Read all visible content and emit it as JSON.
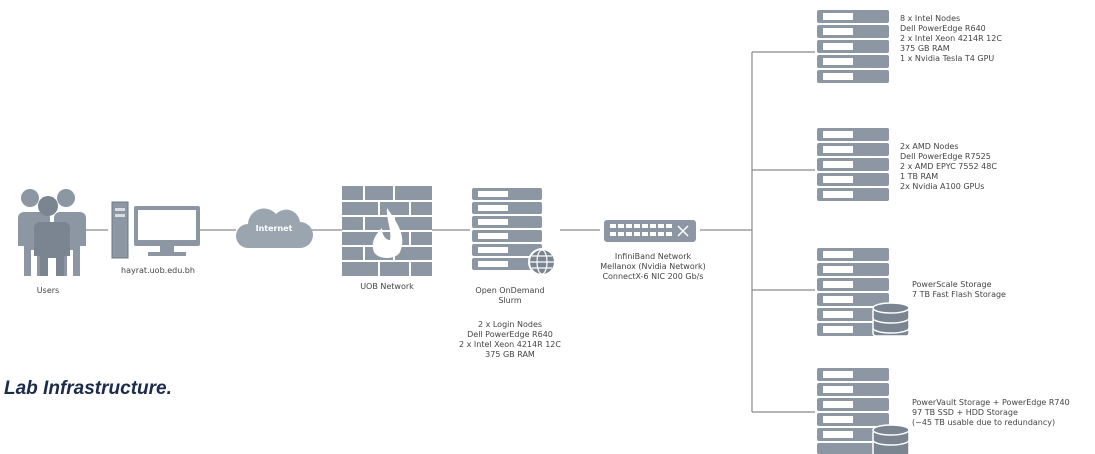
{
  "caption": "Lab Infrastructure.",
  "labels": {
    "users": "Users",
    "portal": "hayrat.uob.edu.bh",
    "internet": "Internet",
    "uob_network": "UOB Network",
    "login": [
      "Open OnDemand",
      "Slurm"
    ],
    "infiniband": [
      "InfiniBand Network",
      "Mellanox (Nvidia Network)",
      "ConnectX-6 NIC 200 Gb/s"
    ]
  },
  "login_specs": [
    "2 x Login Nodes",
    "Dell PowerEdge R640",
    "2 x Intel Xeon 4214R 12C",
    "375 GB RAM"
  ],
  "clusters": [
    {
      "lines": [
        "8 x Intel Nodes",
        "Dell PowerEdge R640",
        "2 x Intel Xeon 4214R 12C",
        "375 GB RAM",
        "1 x Nvidia Tesla T4 GPU"
      ]
    },
    {
      "lines": [
        "2x AMD Nodes",
        "Dell PowerEdge R7525",
        "2 x AMD EPYC 7552 48C",
        "1 TB RAM",
        "2x Nvidia A100 GPUs"
      ]
    },
    {
      "lines": [
        "PowerScale Storage",
        "7 TB Fast Flash Storage"
      ]
    },
    {
      "lines": [
        "PowerVault Storage + PowerEdge R740",
        "97 TB SSD + HDD Storage",
        "(~45 TB usable due to redundancy)"
      ]
    }
  ],
  "colors": {
    "device": "#7f8a96",
    "device_light": "#aeb8c3",
    "wire": "#8a8a8a",
    "caption": "#1c2b4a"
  },
  "icons": [
    "users-icon",
    "workstation-icon",
    "cloud-icon",
    "firewall-icon",
    "server-icon",
    "switch-icon",
    "storage-icon"
  ]
}
